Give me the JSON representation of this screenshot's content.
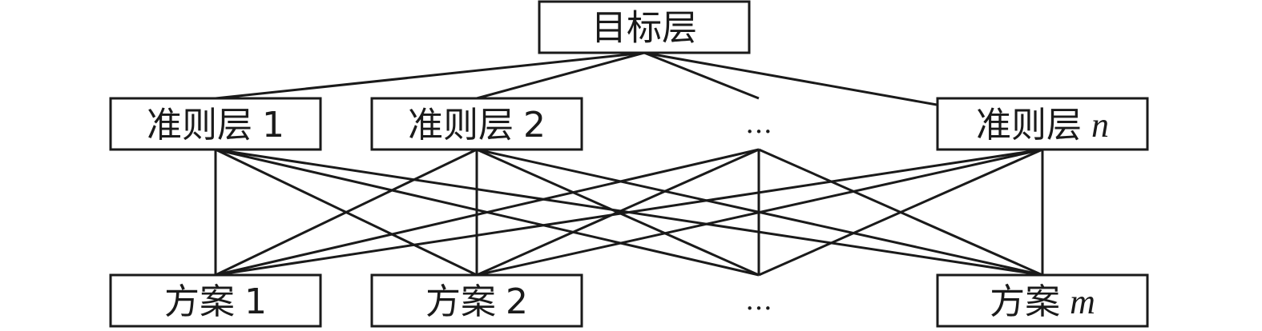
{
  "goal": {
    "label": "目标层"
  },
  "criteria": [
    {
      "label": "准则层",
      "index": "1",
      "index_italic": false
    },
    {
      "label": "准则层",
      "index": "2",
      "index_italic": false
    },
    {
      "label": "…"
    },
    {
      "label": "准则层",
      "index": "n",
      "index_italic": true
    }
  ],
  "alternatives": [
    {
      "label": "方案",
      "index": "1",
      "index_italic": false
    },
    {
      "label": "方案",
      "index": "2",
      "index_italic": false
    },
    {
      "label": "…"
    },
    {
      "label": "方案",
      "index": "m",
      "index_italic": true
    }
  ],
  "colors": {
    "line": "#1a1a1a",
    "background": "#ffffff"
  }
}
